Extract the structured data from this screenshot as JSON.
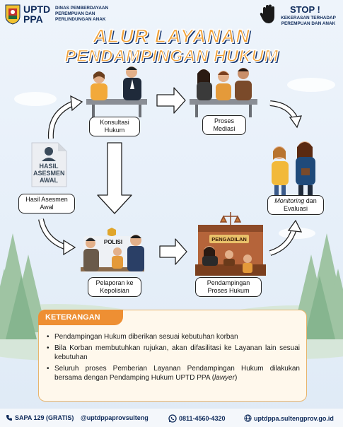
{
  "header": {
    "brand": "UPTD\nPPA",
    "agency": "DINAS PEMBERDAYAAN PEREMPUAN DAN PERLINDUNGAN ANAK",
    "stop_title": "STOP !",
    "stop_subtitle": "KEKERASAN TERHADAP PEREMPUAN DAN ANAK"
  },
  "title": {
    "line1": "ALUR LAYANAN",
    "line2": "PENDAMPINGAN HUKUM"
  },
  "flow": {
    "konsultasi": "Konsultasi\nHukum",
    "mediasi": "Proses\nMediasi",
    "monitoring_italic": "Monitoring",
    "monitoring_rest": " dan\nEvaluasi",
    "doc_label": "HASIL\nASESMEN\nAWAL",
    "hasil_asesmen": "Hasil Asesmen\nAwal",
    "polisi_sign": "POLISI",
    "kepolisian": "Pelaporan ke\nKepolisian",
    "pengadilan_sign": "PENGADILAN",
    "proses_hukum": "Pendampingan\nProses Hukum"
  },
  "keterangan": {
    "heading": "KETERANGAN",
    "items": [
      "Pendampingan Hukum diberikan sesuai kebutuhan korban",
      "Bila Korban membutuhkan rujukan, akan difasilitasi ke Layanan lain sesuai kebutuhan"
    ],
    "item3_main": "Seluruh proses Pemberian Layanan Pendampingan Hukum dilakukan bersama dengan Pendamping Hukum UPTD PPA (",
    "item3_italic": "lawyer",
    "item3_end": ")"
  },
  "footer": {
    "sapa": "SAPA 129 (GRATIS)",
    "instagram": "@uptdppaprovsulteng",
    "whatsapp": "0811-4560-4320",
    "website": "uptdppa.sultengprov.go.id"
  },
  "colors": {
    "navy": "#0e2a5a",
    "orange": "#ee8f33",
    "title_orange": "#f1a23a",
    "keterangan_bg": "#fff8ec"
  }
}
